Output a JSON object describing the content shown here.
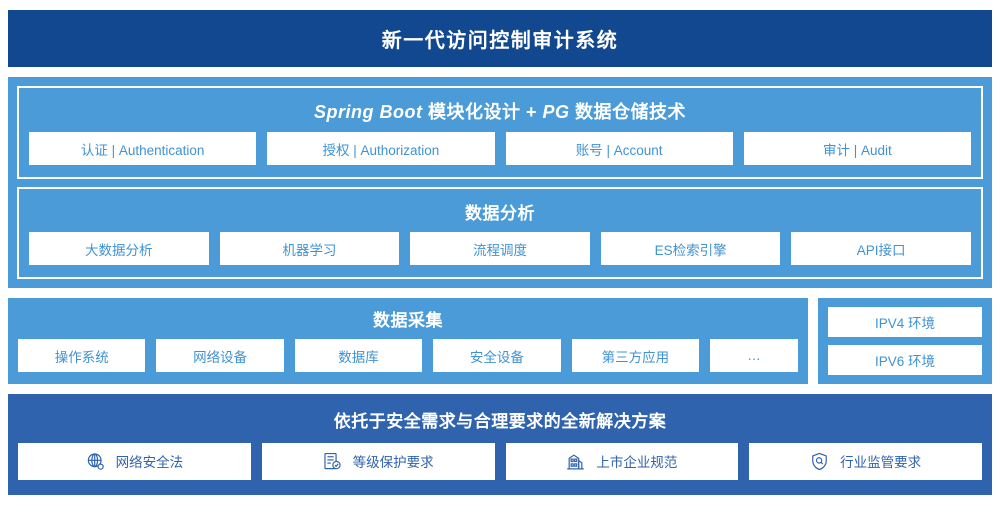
{
  "header": {
    "title": "新一代访问控制审计系统"
  },
  "platform": {
    "title_italic_1": "Spring Boot",
    "title_plain_1": " 模块化设计 + ",
    "title_italic_2": "PG",
    "title_plain_2": " 数据仓储技术",
    "title_full": "Spring Boot 模块化设计 + PG 数据仓储技术",
    "modules": [
      {
        "label": "认证 | Authentication"
      },
      {
        "label": "授权 | Authorization"
      },
      {
        "label": "账号 | Account"
      },
      {
        "label": "审计 | Audit"
      }
    ]
  },
  "analysis": {
    "title": "数据分析",
    "modules": [
      {
        "label": "大数据分析"
      },
      {
        "label": "机器学习"
      },
      {
        "label": "流程调度"
      },
      {
        "label": "ES检索引擎"
      },
      {
        "label": "API接口"
      }
    ]
  },
  "collection": {
    "title": "数据采集",
    "sources": [
      {
        "label": "操作系统"
      },
      {
        "label": "网络设备"
      },
      {
        "label": "数据库"
      },
      {
        "label": "安全设备"
      },
      {
        "label": "第三方应用"
      },
      {
        "label": "…"
      }
    ]
  },
  "environment": {
    "items": [
      {
        "label": "IPV4 环境"
      },
      {
        "label": "IPV6 环境"
      }
    ]
  },
  "compliance": {
    "title": "依托于安全需求与合理要求的全新解决方案",
    "items": [
      {
        "label": "网络安全法",
        "icon": "globe-icon"
      },
      {
        "label": "等级保护要求",
        "icon": "document-check-icon"
      },
      {
        "label": "上市企业规范",
        "icon": "building-icon"
      },
      {
        "label": "行业监管要求",
        "icon": "shield-search-icon"
      }
    ]
  },
  "colors": {
    "title_bar": "#11488f",
    "panel_light": "#4a9bd8",
    "panel_dark": "#2f63ad",
    "chip_bg": "#ffffff",
    "chip_text_light": "#3f93d4",
    "chip_text_dark": "#2f63ad"
  }
}
